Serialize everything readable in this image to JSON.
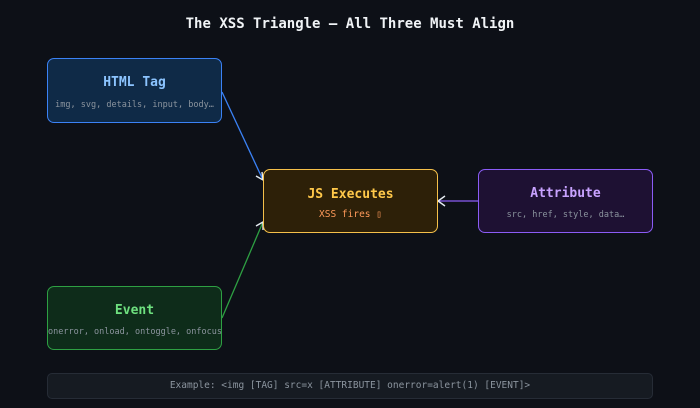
{
  "title": "The XSS Triangle — All Three Must Align",
  "nodes": {
    "tag": {
      "label": "HTML Tag",
      "sub": "img, svg, details, input, body…",
      "color": "#3b82f6"
    },
    "js": {
      "label": "JS Executes",
      "sub": "XSS fires ▯",
      "color": "#f5c04a"
    },
    "attribute": {
      "label": "Attribute",
      "sub": "src, href, style, data…",
      "color": "#8b5cf6"
    },
    "event": {
      "label": "Event",
      "sub": "onerror, onload, ontoggle, onfocus…",
      "color": "#2ea043"
    }
  },
  "example": "Example: <img [TAG] src=x [ATTRIBUTE] onerror=alert(1) [EVENT]>"
}
